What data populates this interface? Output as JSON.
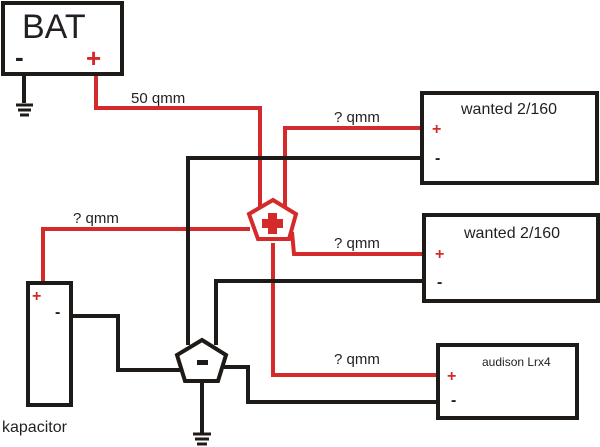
{
  "colors": {
    "positive_wire": "#d42a2a",
    "negative_wire": "#1e1a18",
    "background": "#ffffff"
  },
  "battery": {
    "label": "BAT",
    "minus": "-",
    "plus": "+"
  },
  "wires": {
    "main_cable": "50 qmm",
    "amp1_cable": "? qmm",
    "amp2_cable": "? qmm",
    "amp3_cable": "? qmm",
    "capacitor_cable": "? qmm"
  },
  "devices": [
    {
      "label": "wanted 2/160",
      "plus": "+",
      "minus": "-"
    },
    {
      "label": "wanted 2/160",
      "plus": "+",
      "minus": "-"
    },
    {
      "label": "audison Lrx4",
      "plus": "+",
      "minus": "-"
    }
  ],
  "capacitor": {
    "label": "kapacitor",
    "plus": "+",
    "minus": "-"
  },
  "distribution": {
    "positive_symbol": "+",
    "negative_symbol": "-"
  }
}
